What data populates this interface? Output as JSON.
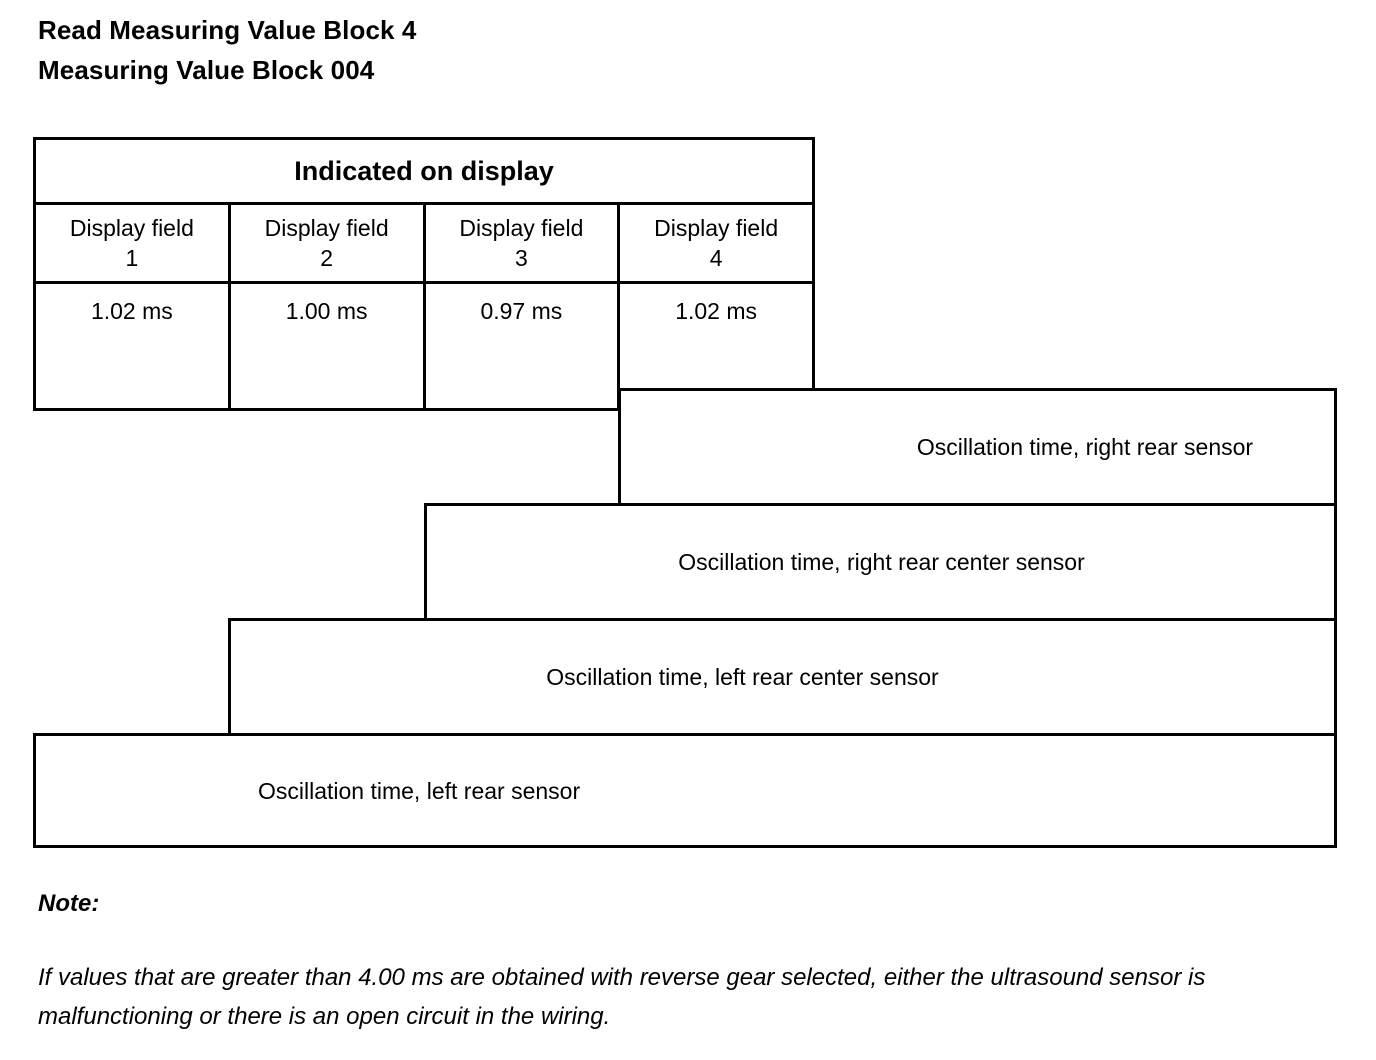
{
  "heading": {
    "line1": "Read Measuring Value Block 4",
    "line2": "Measuring Value Block 004"
  },
  "table": {
    "title": "Indicated on display",
    "columns": [
      {
        "header_line1": "Display field",
        "header_line2": "1",
        "value": "1.02 ms"
      },
      {
        "header_line1": "Display field",
        "header_line2": "2",
        "value": "1.00 ms"
      },
      {
        "header_line1": "Display field",
        "header_line2": "3",
        "value": "0.97 ms"
      },
      {
        "header_line1": "Display field",
        "header_line2": "4",
        "value": "1.02 ms"
      }
    ]
  },
  "descriptions": [
    {
      "text": "Oscillation time, right rear sensor"
    },
    {
      "text": "Oscillation time, right rear center sensor"
    },
    {
      "text": "Oscillation time, left rear center sensor"
    },
    {
      "text": "Oscillation time, left rear sensor"
    }
  ],
  "note": {
    "label": "Note:",
    "body": "If values that are greater than 4.00 ms are obtained with reverse gear selected, either the ultrasound sensor is malfunctioning or there is an open circuit in the wiring."
  },
  "colors": {
    "ink": "#000000",
    "paper": "#ffffff"
  }
}
